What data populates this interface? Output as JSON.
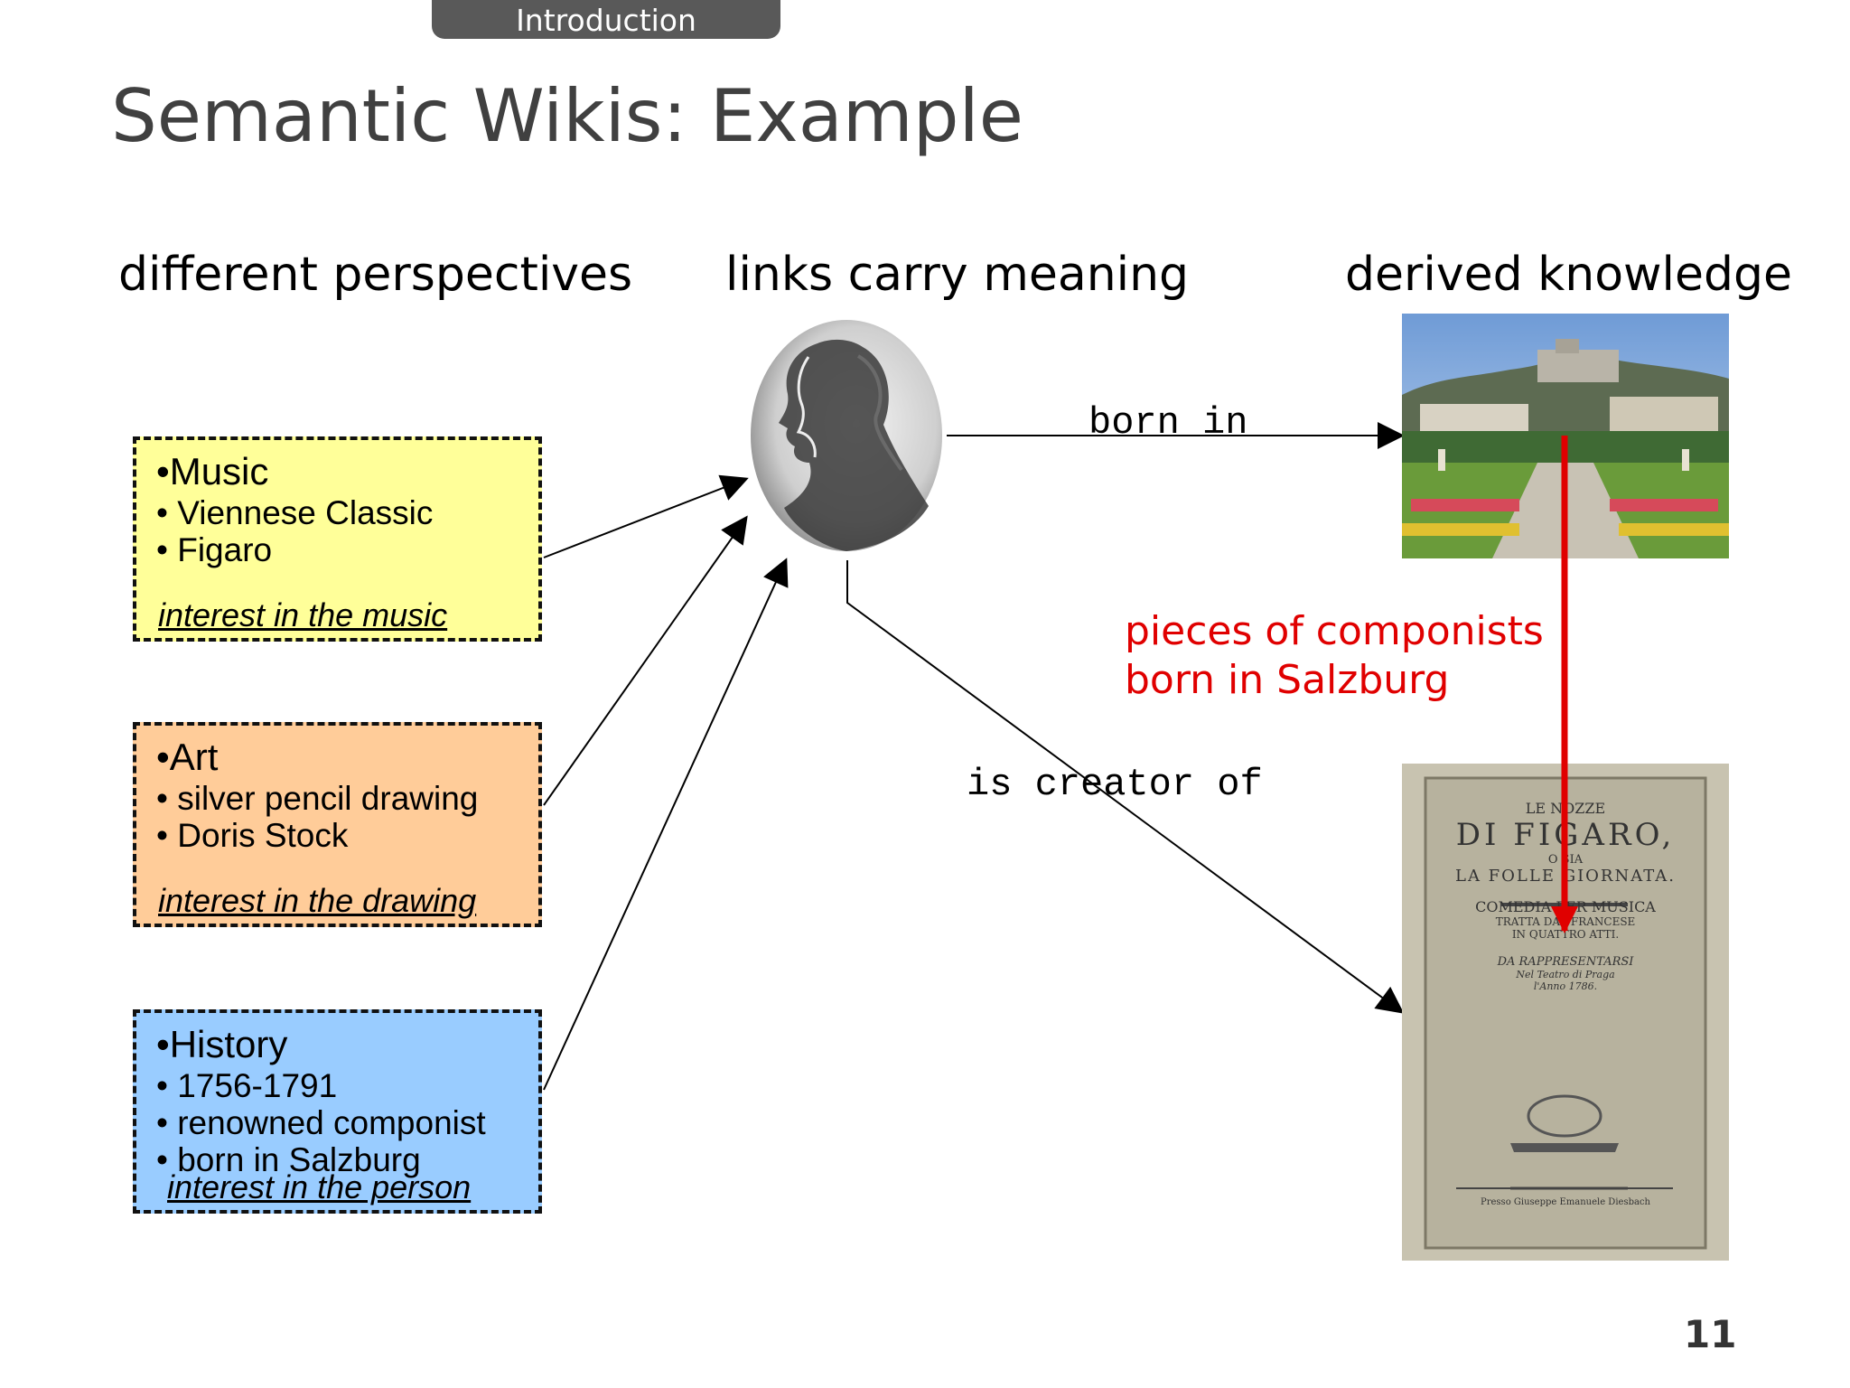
{
  "section_tab": "Introduction",
  "title": "Semantic Wikis: Example",
  "columns": {
    "left": "different perspectives",
    "middle": "links carry meaning",
    "right": "derived knowledge"
  },
  "boxes": {
    "music": {
      "title": "•Music",
      "items": [
        "• Viennese Classic",
        "• Figaro"
      ],
      "note": "interest in the music",
      "color": "#ffff99"
    },
    "art": {
      "title": "•Art",
      "items": [
        "• silver pencil drawing",
        "• Doris Stock"
      ],
      "note": "interest in the drawing",
      "color": "#ffcc99"
    },
    "history": {
      "title": "•History",
      "items": [
        "• 1756-1791",
        "• renowned componist",
        "• born in Salzburg"
      ],
      "note": "interest in the person",
      "color": "#99ccff"
    }
  },
  "relations": {
    "born_in": "born in",
    "is_creator_of": "is creator of"
  },
  "derived_note": {
    "line1": "pieces of componists",
    "line2": "born in Salzburg",
    "color": "#e00000"
  },
  "images": {
    "portrait": "mozart-portrait-drawing",
    "city": "salzburg-mirabell-garden-photo",
    "book": "le-nozze-di-figaro-title-page"
  },
  "book_text": {
    "line1": "LE NOZZE",
    "line2": "DI FIGARO,",
    "line3": "O SIA",
    "line4": "LA FOLLE GIORNATA.",
    "line5": "COMEDIA PER MUSICA",
    "line6": "TRATTA DAL FRANCESE",
    "line7": "IN QUATTRO ATTI.",
    "line8": "DA RAPPRESENTARSI",
    "line9": "Nel Teatro di Praga",
    "line10": "l'Anno 1786.",
    "line11": "Presso Giuseppe Emanuele Diesbach"
  },
  "page_number": "11"
}
